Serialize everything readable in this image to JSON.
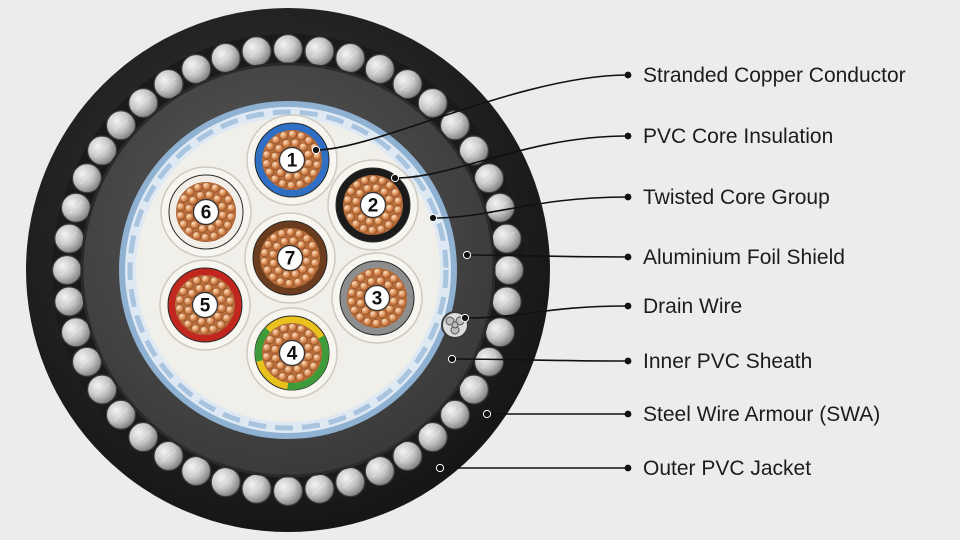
{
  "labels": [
    "Stranded Copper Conductor",
    "PVC Core Insulation",
    "Twisted Core Group",
    "Aluminium Foil Shield",
    "Drain Wire",
    "Inner PVC Sheath",
    "Steel Wire Armour (SWA)",
    "Outer PVC Jacket"
  ],
  "cores": [
    {
      "number": "1",
      "color": "#2f6fc4",
      "name": "blue"
    },
    {
      "number": "2",
      "color": "#1b1b1b",
      "name": "black"
    },
    {
      "number": "3",
      "color": "#8e8e8e",
      "name": "grey"
    },
    {
      "number": "4",
      "color": "#e9c21d",
      "stripe": "#3d9b3a",
      "name": "green-yellow"
    },
    {
      "number": "5",
      "color": "#c2271f",
      "name": "red"
    },
    {
      "number": "6",
      "color": "#f2efe8",
      "name": "white"
    },
    {
      "number": "7",
      "color": "#6b3d1e",
      "name": "brown"
    }
  ],
  "colors": {
    "background": "#ececec",
    "outer_jacket": "#232323",
    "armour_wire": "#c9c9c9",
    "inner_sheath": "#4a4a4a",
    "foil": "#b9cfe4",
    "filler": "#f1efe9",
    "copper": "#d88b57"
  }
}
